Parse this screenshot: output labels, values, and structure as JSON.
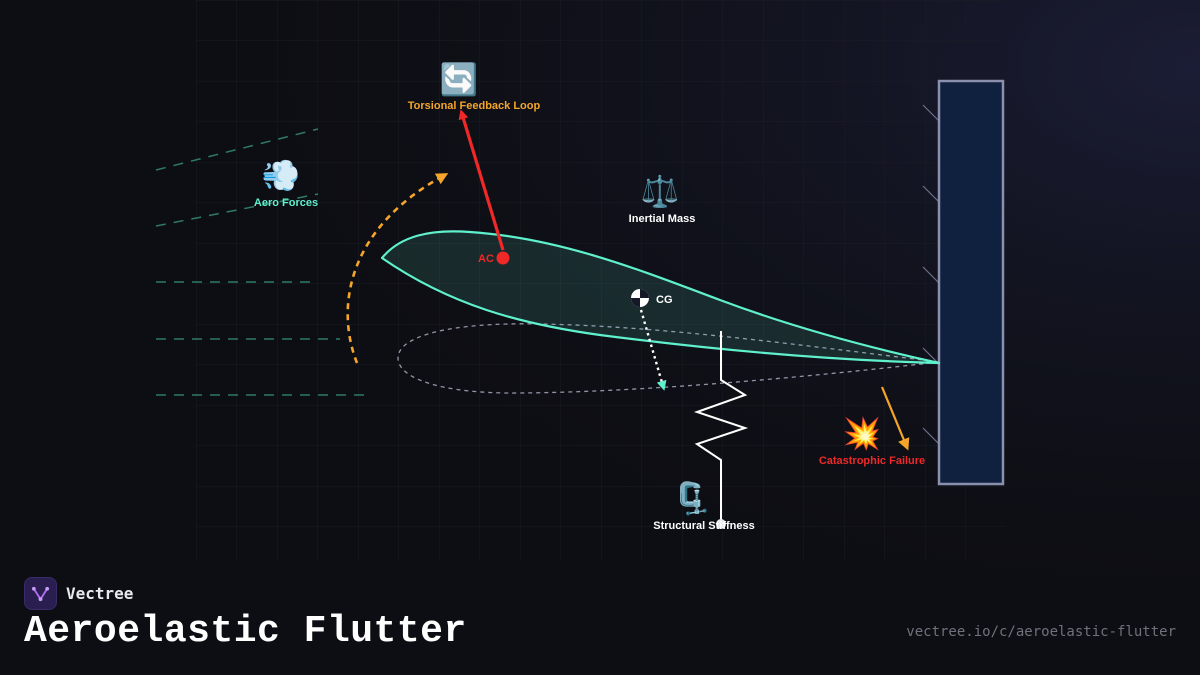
{
  "brand": {
    "name": "Vectree"
  },
  "title": "Aeroelastic Flutter",
  "url": "vectree.io/c/aeroelastic-flutter",
  "labels": {
    "torsion": "Torsional Feedback Loop",
    "aero": "Aero Forces",
    "inertial": "Inertial Mass",
    "ac": "AC",
    "cg": "CG",
    "stiffness": "Structural Stiffness",
    "failure": "Catastrophic Failure"
  },
  "icons": {
    "torsion": "🔄",
    "aero": "💨",
    "inertial": "⚖️",
    "stiffness": "🗜️",
    "failure": "💥"
  },
  "colors": {
    "background": "#0d0e13",
    "airfoil": "#5ff0cc",
    "ac_red": "#f02828",
    "feedback_orange": "#f5a52a",
    "wall_fill": "#10203f",
    "wall_stroke": "#8a90ad",
    "flow_lines": "#2f7a68"
  }
}
